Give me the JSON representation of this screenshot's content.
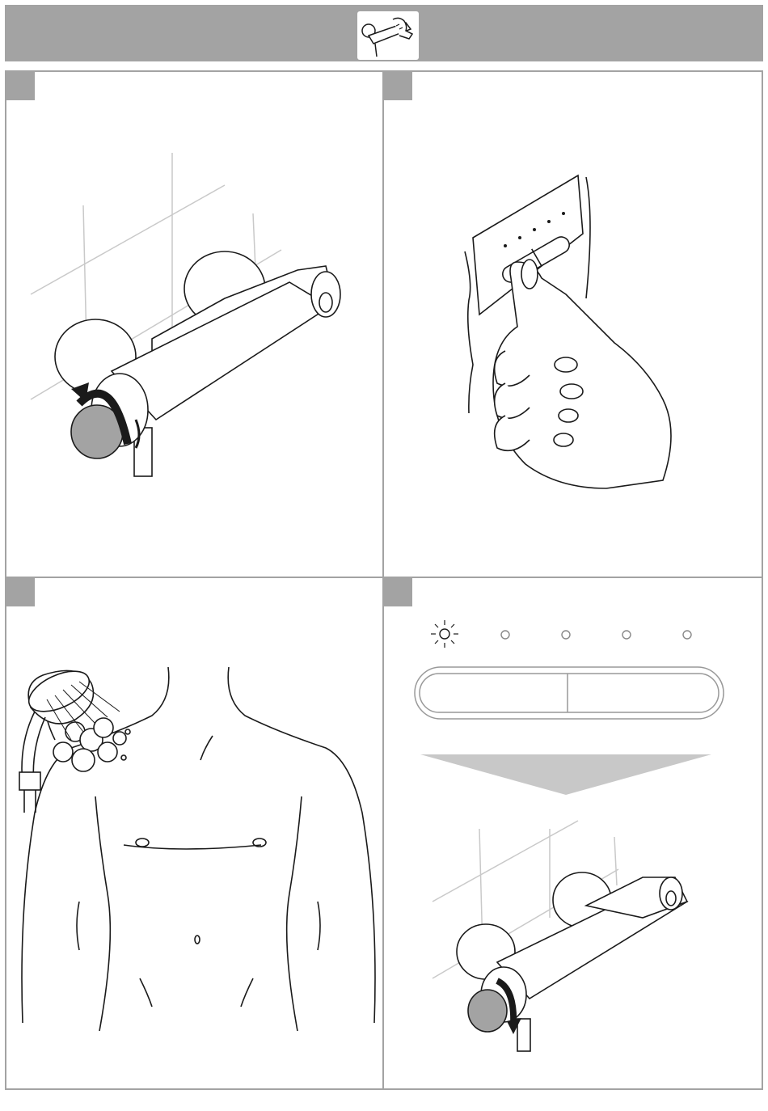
{
  "header": {
    "icon": "thermostat-mixer-icon"
  },
  "panels": [
    {
      "id": 1,
      "step_label": "",
      "illustration": "turn-thermostat-knob",
      "icon": "arrow-counterclockwise-icon"
    },
    {
      "id": 2,
      "step_label": "",
      "illustration": "press-button-with-thumb",
      "icon": "hand-icon"
    },
    {
      "id": 3,
      "step_label": "",
      "illustration": "shower-on-body",
      "icon": "hand-shower-icon"
    },
    {
      "id": 4,
      "step_label": "",
      "illustration": "indicator-light-then-turn-knob",
      "icon": "arrow-clockwise-icon"
    }
  ],
  "colors": {
    "header_bg": "#a3a3a3",
    "panel_border": "#a3a3a3",
    "line": "#1a1a1a",
    "wall_line": "#c9c9c9",
    "knob_gray": "#a3a3a3"
  }
}
